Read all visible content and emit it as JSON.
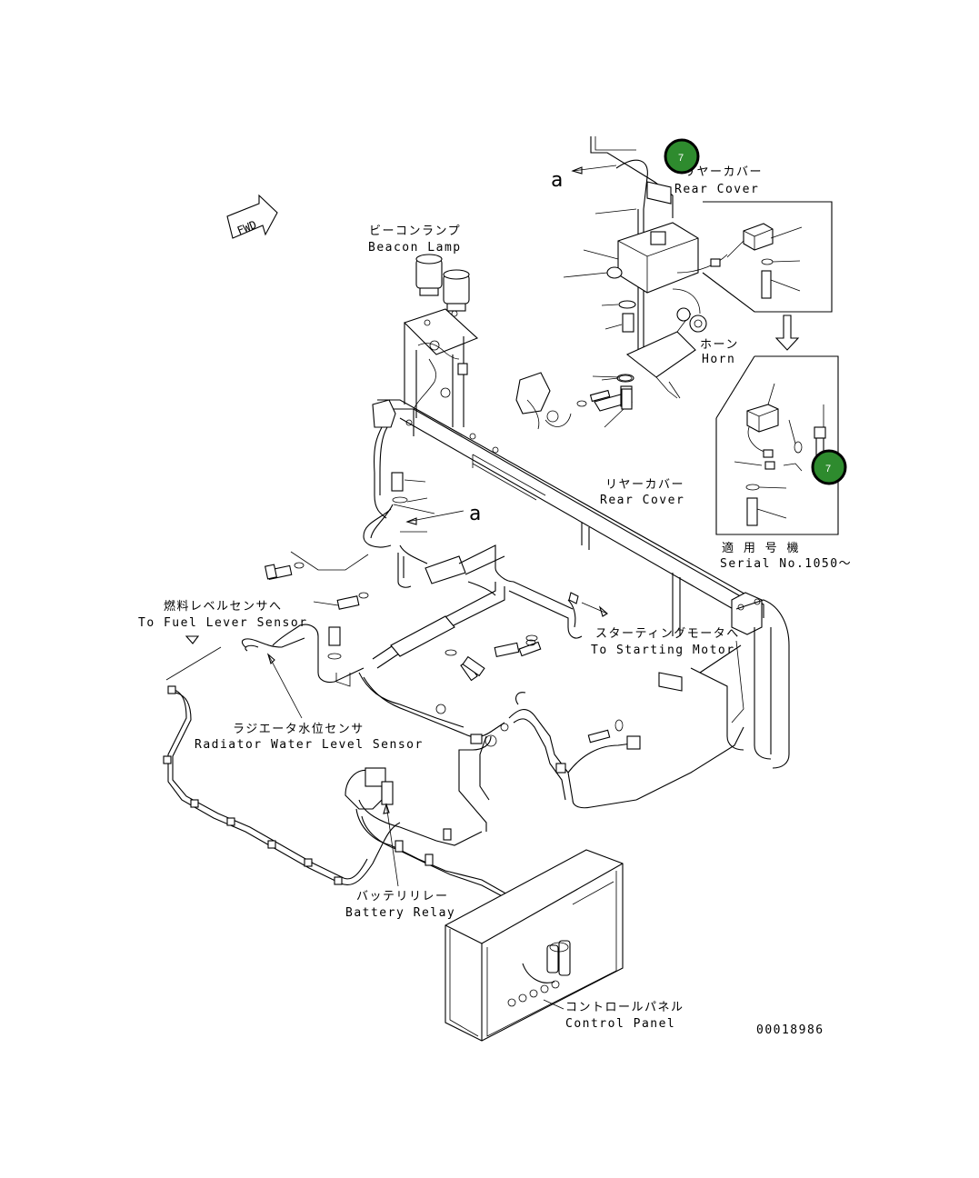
{
  "labels": {
    "rear_cover_top_jp": "リヤーカバー",
    "rear_cover_top_en": "Rear Cover",
    "beacon_lamp_jp": "ビーコンランプ",
    "beacon_lamp_en": "Beacon Lamp",
    "horn_jp": "ホーン",
    "horn_en": "Horn",
    "rear_cover_mid_jp": "リヤーカバー",
    "rear_cover_mid_en": "Rear Cover",
    "serial_jp": "適 用 号 機",
    "serial_en": "Serial No.1050～",
    "fuel_jp": "燃料レベルセンサへ",
    "fuel_en": "To Fuel Lever Sensor",
    "starting_jp": "スターティングモータへ",
    "starting_en": "To Starting Motor",
    "radiator_jp": "ラジエータ水位センサ",
    "radiator_en": "Radiator Water Level Sensor",
    "battery_jp": "バッテリリレー",
    "battery_en": "Battery Relay",
    "control_jp": "コントロールパネル",
    "control_en": "Control Panel",
    "view_a_top": "a",
    "view_a_mid": "a",
    "fwd": "FWD",
    "drawing_number": "00018986"
  },
  "callouts": [
    {
      "number": "7",
      "color": "#2e8b2e"
    },
    {
      "number": "7",
      "color": "#2e8b2e"
    }
  ]
}
